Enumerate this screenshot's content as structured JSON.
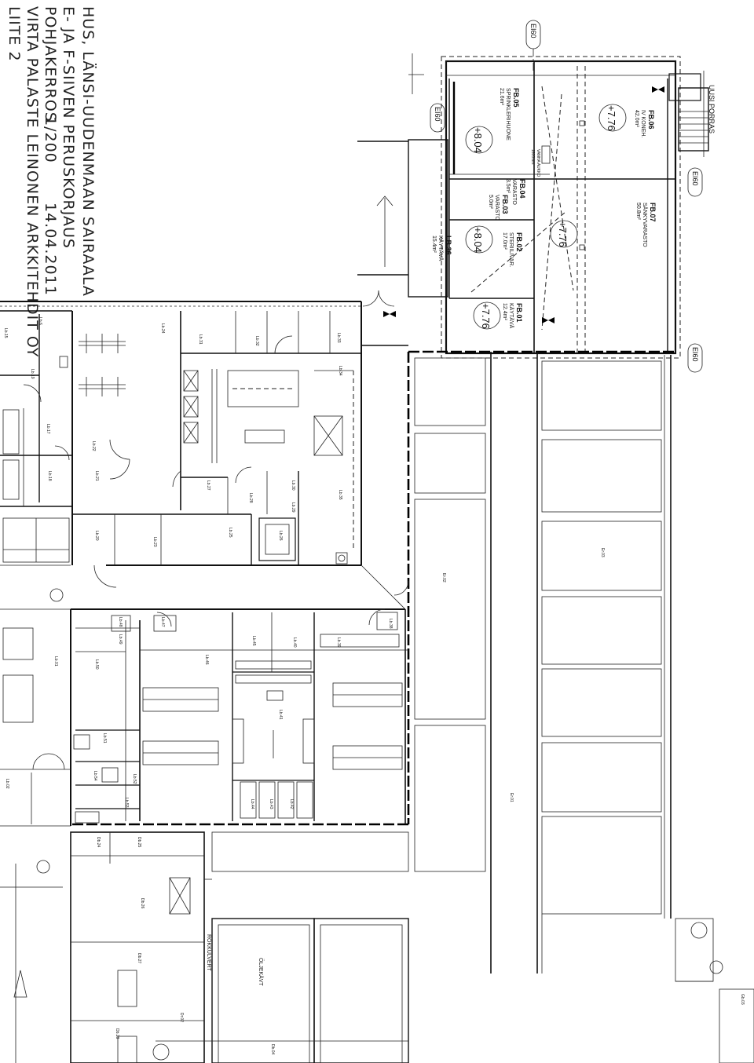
{
  "title_block": {
    "line1": "HUS, LÄNSI-UUDENMAAN SAIRAALA",
    "line2": "E- JA F-SIIVEN PERUSKORJAUS",
    "line3_left": "POHJAKERROS",
    "line3_scale": "1/200",
    "line3_date": "14.04.2011",
    "line4": "VIRTA PALASTE LEINONEN ARKKITEHDIT OY",
    "appendix": "LIITE 2"
  },
  "tags": {
    "ei60": "EI60",
    "new_stairs": "UUSI PORRAS"
  },
  "levels": {
    "l804": "+8.04",
    "l776": "+7.76"
  },
  "rooms_fb": [
    {
      "id": "FB.05",
      "name": "SPRINKLERIHUONE",
      "area": "21.6m²"
    },
    {
      "id": "FB.06",
      "name": "IV KONEH.",
      "area": "42.0m²"
    },
    {
      "id": "FB.04",
      "name": "VARASTO",
      "area": "3.5m²"
    },
    {
      "id": "FB.03",
      "name": "VARASTO",
      "area": "5.0m²"
    },
    {
      "id": "FB.07",
      "name": "SÄNKYVARASTO",
      "area": "50.8m²"
    },
    {
      "id": "FB.02",
      "name": "STERIILIVAR.",
      "area": "17.0m²"
    },
    {
      "id": "FB.01",
      "name": "KÄYTÄVÄ",
      "area": "12.4m²"
    },
    {
      "id": "LB.36",
      "name": "KÄYTÄVÄ",
      "area": "15.4m²"
    }
  ],
  "misc_labels": {
    "vanha_auki": "VANHA AUKKO",
    "vanha_size": "1800mm",
    "rokkulvert": "RÖKKULVERT",
    "oljekavt": "ÖLJEKÄVT"
  },
  "small_rooms": [
    "Lb.6",
    "Lb.15",
    "Lb.17",
    "Lb.18",
    "Lb.19",
    "Lb.20",
    "Lb.21",
    "Lb.22",
    "Lb.23",
    "Lb.24",
    "Lb.25",
    "Lb.26",
    "Lb.27",
    "Lb.28",
    "Lb.29",
    "Lb.30",
    "Lb.31",
    "Lb.32",
    "Lb.33",
    "Lb.34",
    "Lb.35",
    "Lb.38",
    "Lb.39",
    "Lb.40",
    "Lb.41",
    "Lb.42",
    "Lb.43",
    "Lb.44",
    "Lb.45",
    "Lb.46",
    "Lb.47",
    "Lb.48",
    "Lb.49",
    "Lb.50",
    "Lb.51",
    "Lb.52",
    "Lb.53",
    "Lb.54",
    "Lb.01",
    "Lb.02",
    "Er.01",
    "Er.02",
    "Er.03",
    "Db.24",
    "Db.25",
    "Db.26",
    "Db.27",
    "Db.28",
    "Dr.02",
    "Db.04",
    "Gb.03"
  ]
}
